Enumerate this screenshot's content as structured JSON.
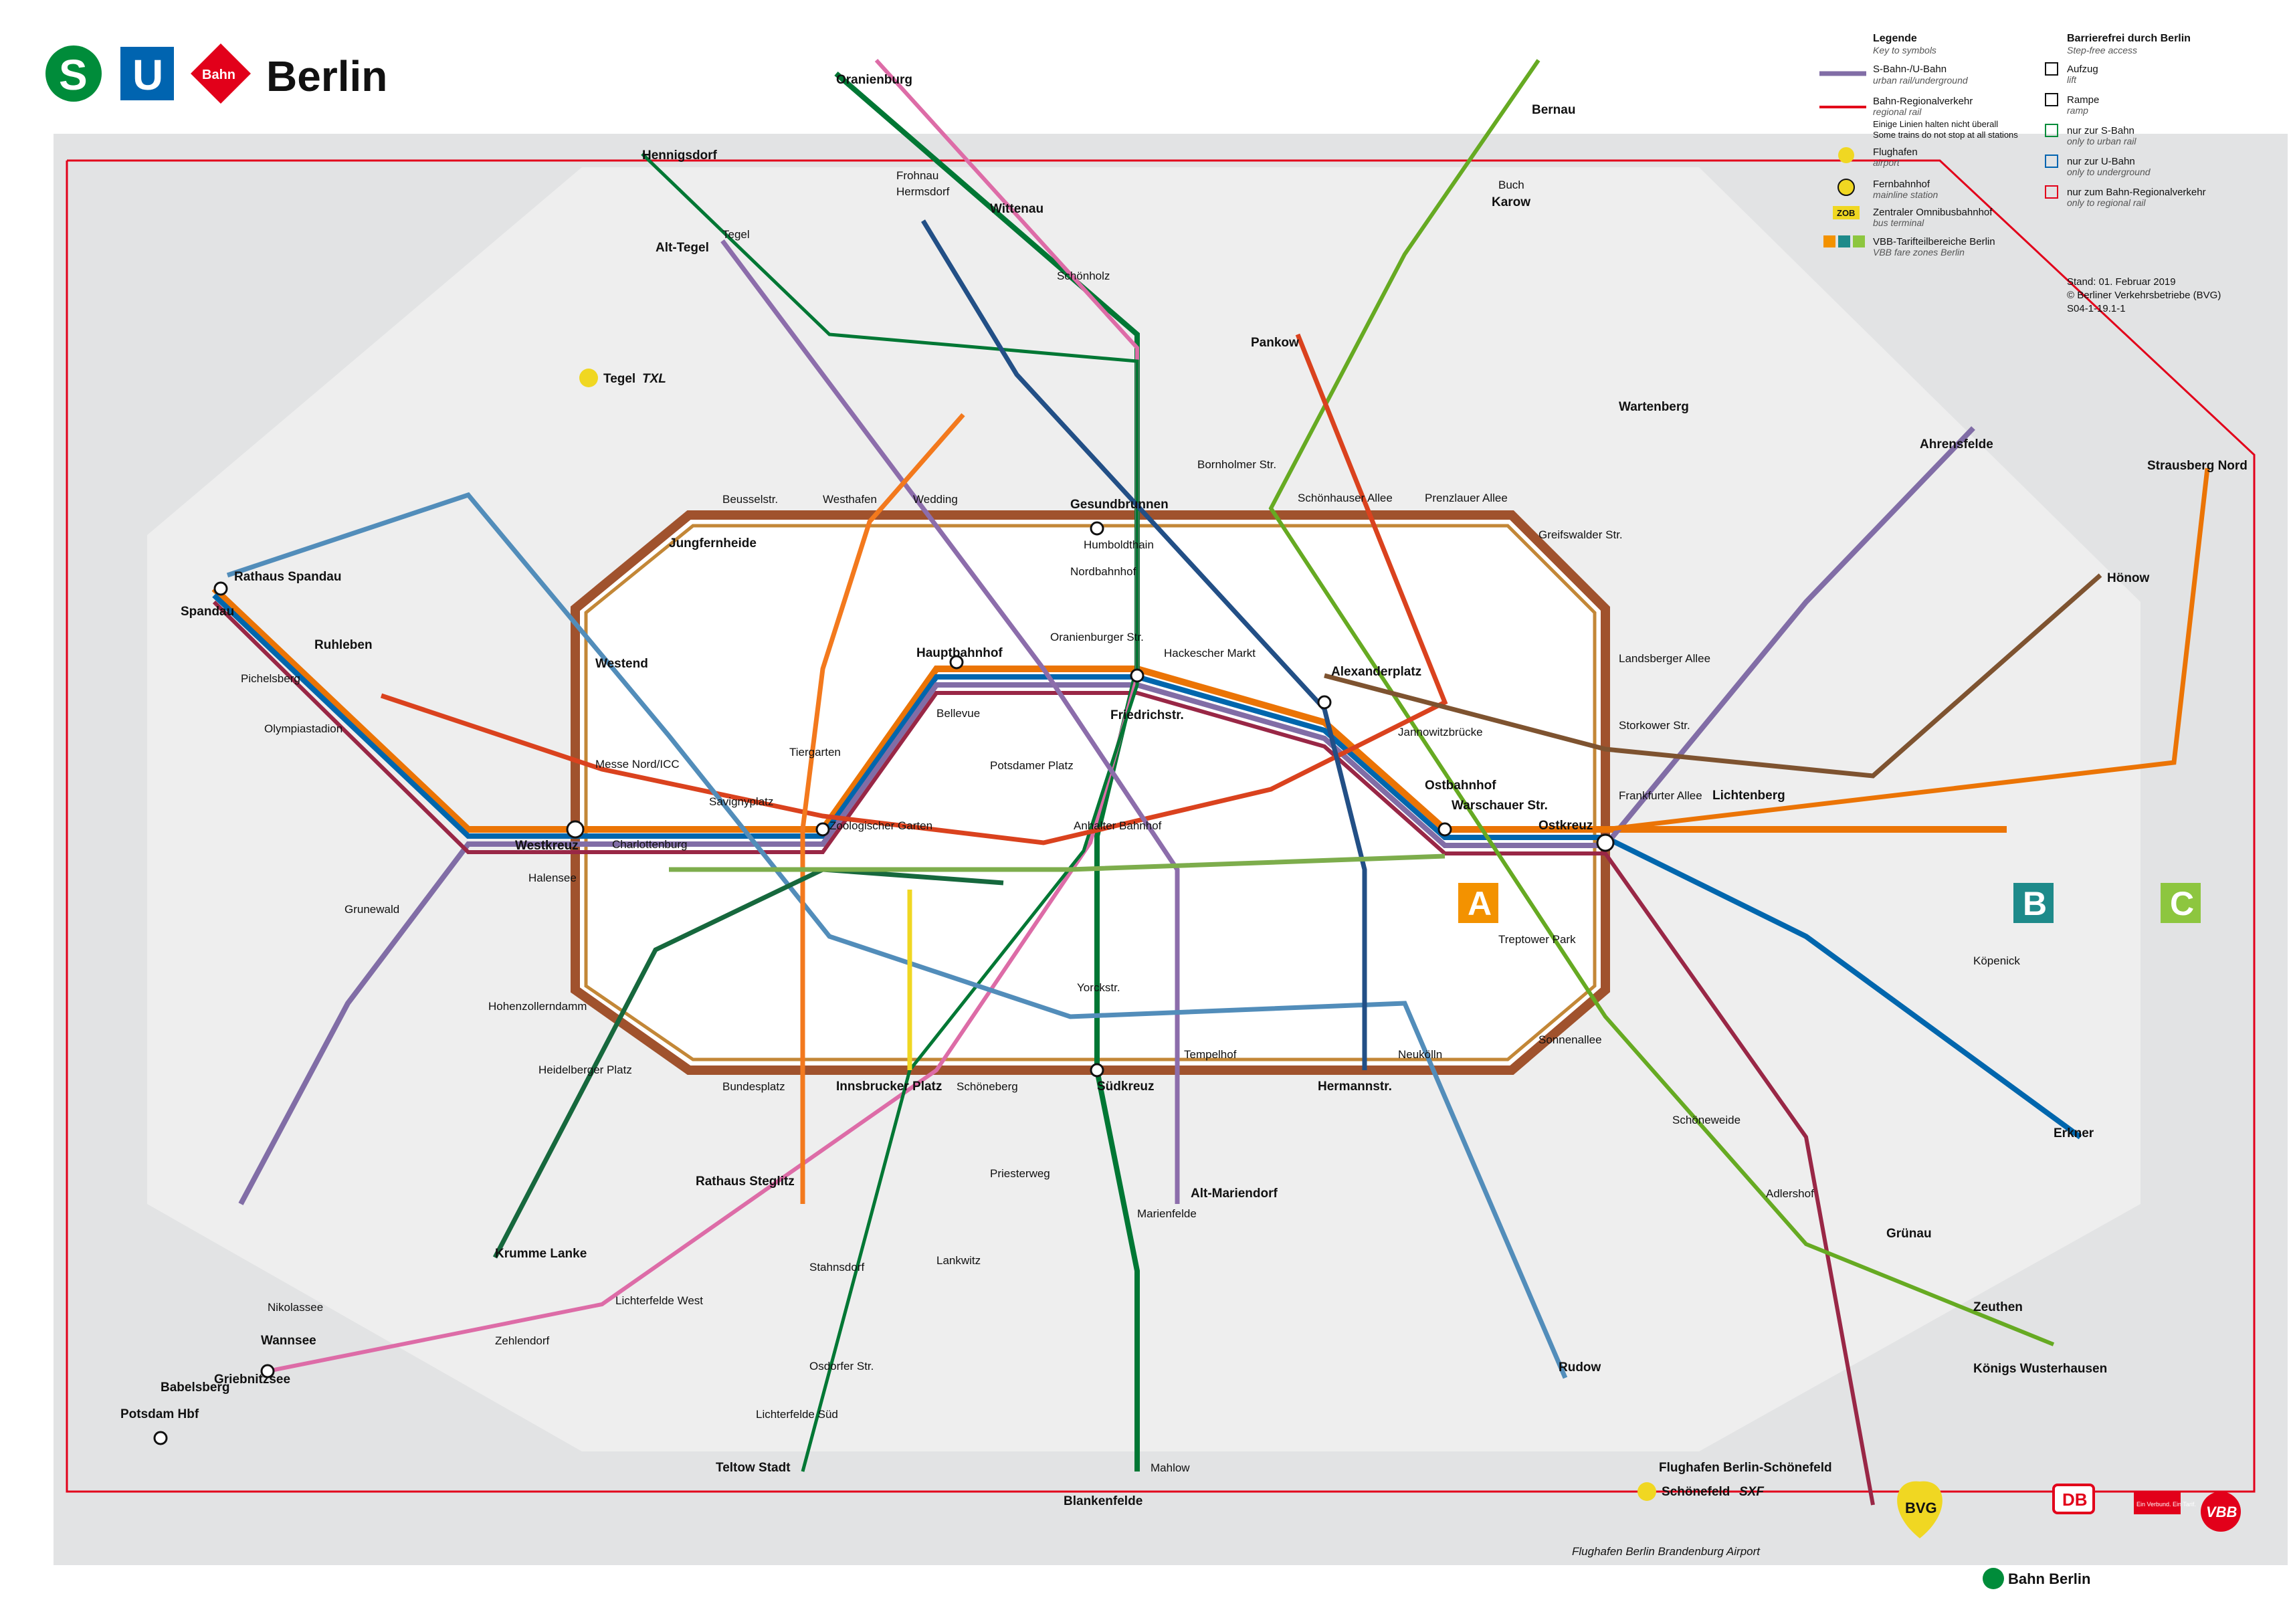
{
  "header": {
    "title": "Berlin",
    "s_logo": "S",
    "u_logo": "U",
    "db_logo": "Bahn"
  },
  "legend": {
    "title": "Legende",
    "subtitle": "Key to symbols",
    "items": [
      {
        "label": "S-Bahn-/U-Bahn",
        "en": "urban rail/underground"
      },
      {
        "label": "Bahn-Regionalverkehr",
        "en": "regional rail"
      },
      {
        "label": "Einige Linien halten nicht überall",
        "en": "Some trains do not stop at all stations"
      },
      {
        "label": "Flughafen",
        "en": "airport"
      },
      {
        "label": "Fernbahnhof",
        "en": "mainline station"
      },
      {
        "label": "Zentraler Omnibusbahnhof",
        "en": "bus terminal"
      },
      {
        "label": "VBB-Tarifteilbereiche Berlin",
        "en": "VBB fare zones Berlin"
      }
    ],
    "zob_badge": "ZOB",
    "abc": [
      "A",
      "B",
      "C"
    ],
    "step_free_title": "Barrierefrei durch Berlin",
    "step_free_subtitle": "Step-free access",
    "step_free_items": [
      {
        "label": "Aufzug",
        "en": "lift"
      },
      {
        "label": "Rampe",
        "en": "ramp"
      },
      {
        "label": "nur zur S-Bahn",
        "en": "only to urban rail"
      },
      {
        "label": "nur zur U-Bahn",
        "en": "only to underground"
      },
      {
        "label": "nur zum Bahn-Regionalverkehr",
        "en": "only to regional rail"
      }
    ],
    "stand": "Stand: 01. Februar 2019",
    "copyright": "© Berliner Verkehrsbetriebe (BVG)",
    "code": "S04-1-19.1-1"
  },
  "zones": {
    "a": "A",
    "b": "B",
    "c": "C"
  },
  "airports": [
    {
      "name": "Tegel",
      "code": "TXL"
    },
    {
      "name": "Schönefeld",
      "code": "SXF"
    },
    {
      "name": "Flughafen Berlin Brandenburg Airport",
      "code": ""
    }
  ],
  "stations": {
    "hauptbahnhof": "Hauptbahnhof",
    "alexanderplatz": "Alexanderplatz",
    "friedrichstr": "Friedrichstr.",
    "ostkreuz": "Ostkreuz",
    "westkreuz": "Westkreuz",
    "gesundbrunnen": "Gesundbrunnen",
    "suedkreuz": "Südkreuz",
    "spandau": "Spandau",
    "wannsee": "Wannsee",
    "potsdam": "Potsdam Hbf",
    "ostbahnhof": "Ostbahnhof",
    "zoo": "Zoologischer Garten",
    "warschauer": "Warschauer Str.",
    "jungfernheide": "Jungfernheide",
    "westend": "Westend",
    "bernau": "Bernau",
    "oranienburg": "Oranienburg",
    "hennigsdorf": "Hennigsdorf",
    "erkner": "Erkner",
    "koenigs": "Königs Wusterhausen",
    "blankenfelde": "Blankenfelde",
    "teltow": "Teltow Stadt",
    "ahrensfelde": "Ahrensfelde",
    "strausberg": "Strausberg Nord",
    "flughafen_schoenefeld": "Flughafen Berlin-Schönefeld",
    "wartenberg": "Wartenberg",
    "pankow": "Pankow",
    "tegel": "Alt-Tegel",
    "steglitz": "Rathaus Steglitz",
    "krumme_lanke": "Krumme Lanke",
    "alt_mariendorf": "Alt-Mariendorf",
    "rudow": "Rudow",
    "hoenow": "Hönow",
    "wittenau": "Wittenau",
    "rathaus_spandau": "Rathaus Spandau",
    "ruhleben": "Ruhleben",
    "olympiastadion": "Olympiastadion",
    "innsbrucker": "Innsbrucker Platz",
    "hermannstr": "Hermannstr.",
    "pichelsberg": "Pichelsberg",
    "grunewald": "Grunewald",
    "zehlendorf": "Zehlendorf",
    "lichterfelde_west": "Lichterfelde West",
    "lichterfelde_sued": "Lichterfelde Süd",
    "mahlow": "Mahlow",
    "gruenau": "Grünau",
    "zeuthen": "Zeuthen",
    "adlershof": "Adlershof",
    "schoeneweide": "Schöneweide",
    "koepenick": "Köpenick",
    "lichtenberg": "Lichtenberg",
    "karow": "Karow",
    "buch": "Buch",
    "frohnau": "Frohnau",
    "hermsdorf": "Hermsdorf",
    "tegel_s": "Tegel",
    "schoenholz": "Schönholz",
    "bornholmer": "Bornholmer Str.",
    "schoenhauser": "Schönhauser Allee",
    "prenzlauer": "Prenzlauer Allee",
    "greifswalder": "Greifswalder Str.",
    "landsberger": "Landsberger Allee",
    "storkower": "Storkower Str.",
    "frankfurter": "Frankfurter Allee",
    "treptower": "Treptower Park",
    "sonnenallee": "Sonnenallee",
    "neukoelln": "Neukölln",
    "tempelhof": "Tempelhof",
    "schoeneberg": "Schöneberg",
    "bundesplatz": "Bundesplatz",
    "heidelberger": "Heidelberger Platz",
    "hohenzollerndamm": "Hohenzollerndamm",
    "halensee": "Halensee",
    "messe_nord": "Messe Nord/ICC",
    "beusselstr": "Beusselstr.",
    "westhafen": "Westhafen",
    "wedding": "Wedding",
    "humboldthain": "Humboldthain",
    "nordbahnhof": "Nordbahnhof",
    "oranienburger": "Oranienburger Str.",
    "hackescher": "Hackescher Markt",
    "jannowitz": "Jannowitzbrücke",
    "bellevue": "Bellevue",
    "tiergarten": "Tiergarten",
    "savignyplatz": "Savignyplatz",
    "charlottenburg": "Charlottenburg",
    "potsdamer": "Potsdamer Platz",
    "anhalter": "Anhalter Bahnhof",
    "yorckstr": "Yorckstr.",
    "priesterweg": "Priesterweg",
    "marienfelde": "Marienfelde",
    "lankwitz": "Lankwitz",
    "osdorfer": "Osdorfer Str.",
    "nikolassee": "Nikolassee",
    "griebnitzsee": "Griebnitzsee",
    "babelsberg": "Babelsberg",
    "stahnsdorf": "Stahnsdorf"
  },
  "logos": {
    "bvg": "BVG",
    "sbahn": "Bahn Berlin",
    "db": "DB",
    "vbb": "VBB",
    "vbb_slogan": "Ein Verbund. Ein Tarif."
  },
  "map_colors": {
    "ring": "#a0522d",
    "s1": "#dd6ca7",
    "s2": "#007734",
    "s3": "#0066ad",
    "s5": "#eb7405",
    "s7": "#816da6",
    "s8": "#66aa22",
    "s9": "#992746",
    "s41": "#ad5937",
    "s45": "#c38737",
    "s46": "#cc8844",
    "s75": "#816da6",
    "u1": "#7dad4c",
    "u2": "#da421e",
    "u3": "#16683d",
    "u4": "#f0d722",
    "u5": "#7e5330",
    "u6": "#8c6dab",
    "u7": "#528dba",
    "u8": "#224f86",
    "u9": "#f3791d",
    "regional": "#e2001a",
    "zone_b": "#1e8a8a",
    "zone_c": "#8dc63f",
    "zone_a": "#f39200"
  }
}
